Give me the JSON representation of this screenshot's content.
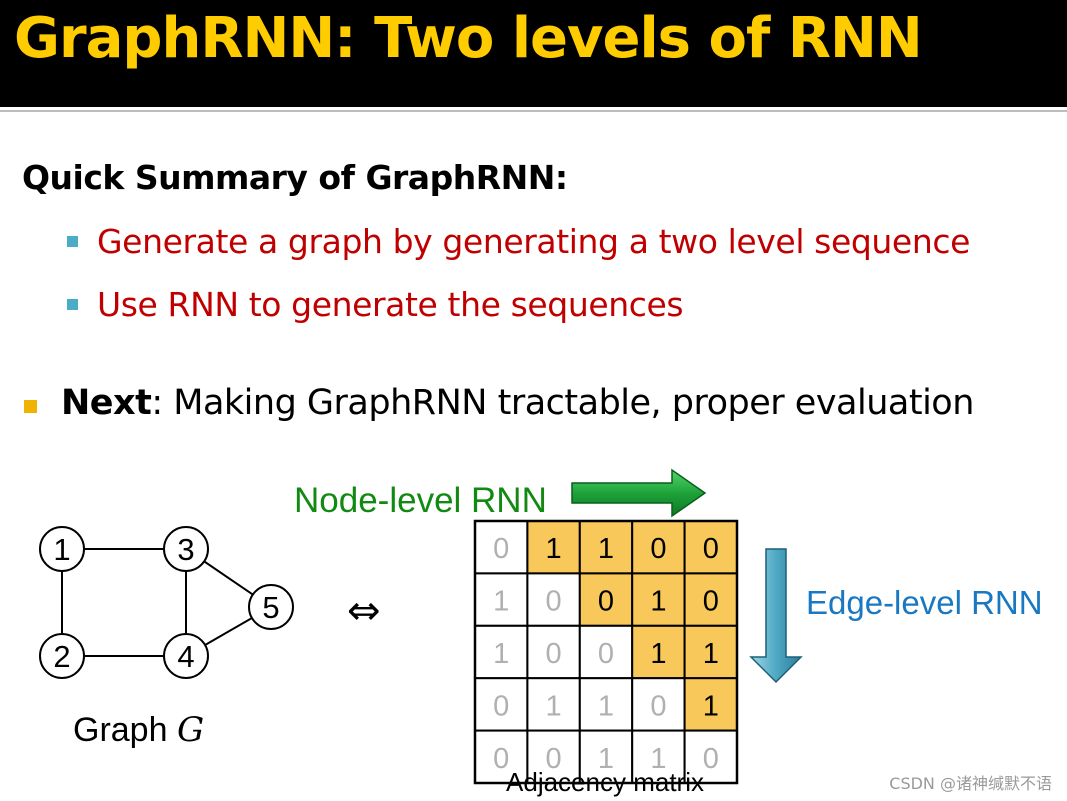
{
  "slide": {
    "title": "GraphRNN: Two levels of RNN",
    "heading": "Quick Summary of GraphRNN:",
    "sub_bullets": [
      "Generate a graph by generating a two level sequence",
      "Use RNN to generate the sequences"
    ],
    "next_bold": "Next",
    "next_rest": ": Making GraphRNN tractable, proper evaluation"
  },
  "graph": {
    "nodes": [
      "1",
      "2",
      "3",
      "4",
      "5"
    ],
    "edges": [
      [
        "1",
        "2"
      ],
      [
        "1",
        "3"
      ],
      [
        "2",
        "4"
      ],
      [
        "3",
        "4"
      ],
      [
        "3",
        "5"
      ],
      [
        "4",
        "5"
      ]
    ],
    "caption": "Graph ",
    "caption_var": "G",
    "equivalence_symbol": "⇔"
  },
  "matrix": {
    "rows": [
      [
        "0",
        "1",
        "1",
        "0",
        "0"
      ],
      [
        "1",
        "0",
        "0",
        "1",
        "0"
      ],
      [
        "1",
        "0",
        "0",
        "1",
        "1"
      ],
      [
        "0",
        "1",
        "1",
        "0",
        "1"
      ],
      [
        "0",
        "0",
        "1",
        "1",
        "0"
      ]
    ],
    "highlight_color": "#f9c85a",
    "caption": "Adjacency matrix"
  },
  "labels": {
    "node_level": "Node-level RNN",
    "edge_level": "Edge-level RNN"
  },
  "colors": {
    "title": "#ffcc00",
    "bullet_red": "#c00000",
    "node_level": "#128a12",
    "edge_level": "#1a78c2",
    "arrow_green": "#1ea23a",
    "arrow_blue": "#4fa8c4",
    "sub_bullet_square": "#4bacc6",
    "main_bullet_square": "#f0b400"
  },
  "watermark": "CSDN @诸神缄默不语"
}
